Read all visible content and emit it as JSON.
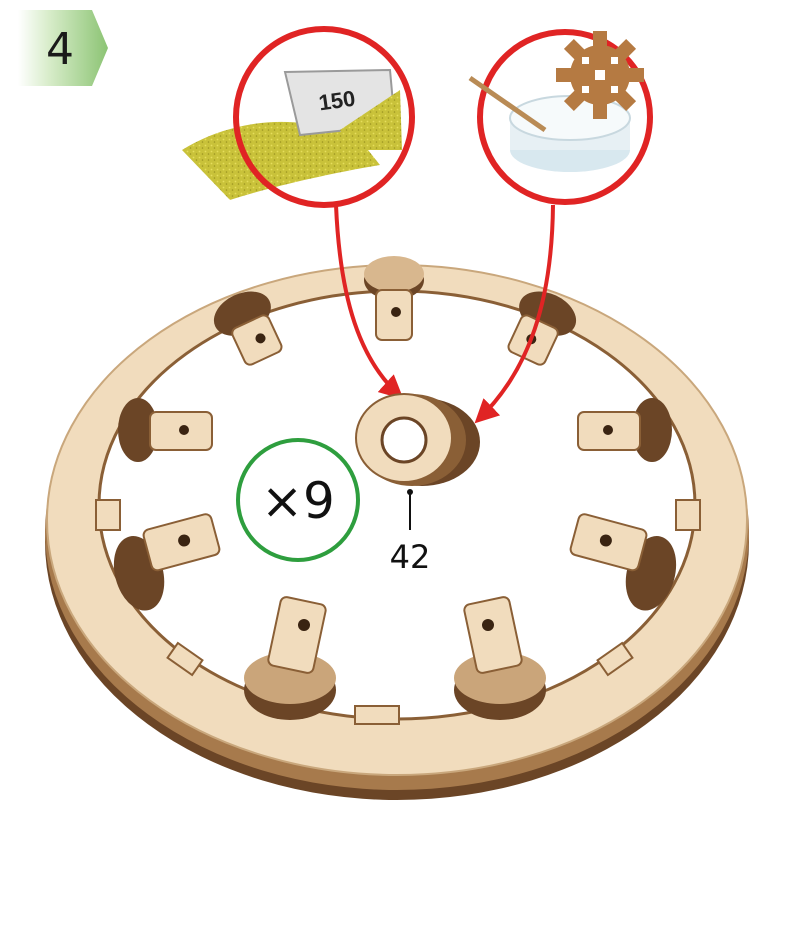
{
  "step": {
    "number": "4"
  },
  "quantity": {
    "label": "×9"
  },
  "part": {
    "number": "42"
  },
  "tools": [
    {
      "name": "sandpaper",
      "grit_label": "150"
    },
    {
      "name": "wax"
    }
  ],
  "colors": {
    "step_badge": "#8cc474",
    "tool_circle": "#e02424",
    "quantity_circle": "#2e9e3e",
    "arrow": "#e02424",
    "plywood": "#f1dcbd",
    "plywood_edge": "#7a5330"
  }
}
